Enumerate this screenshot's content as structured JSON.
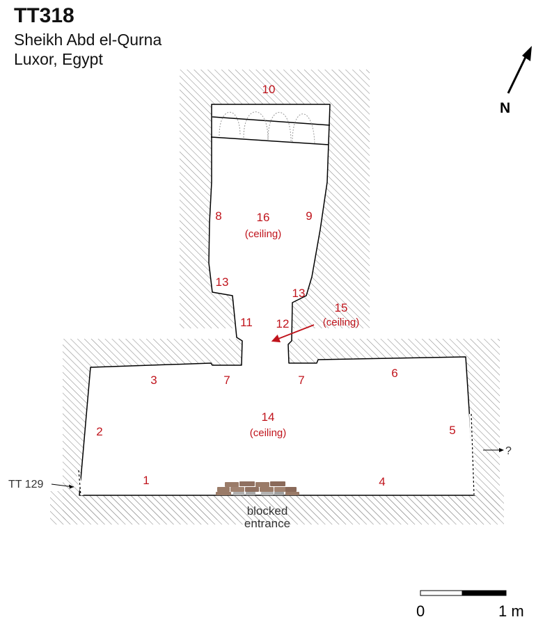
{
  "header": {
    "tomb_id": "TT318",
    "site": "Sheikh Abd el-Qurna",
    "location": "Luxor, Egypt"
  },
  "north_arrow": {
    "label": "N"
  },
  "wall_numbers": {
    "w1": "1",
    "w2": "2",
    "w3": "3",
    "w4": "4",
    "w5": "5",
    "w6": "6",
    "w7_left": "7",
    "w7_right": "7",
    "w8": "8",
    "w9": "9",
    "w10": "10",
    "w11": "11",
    "w12": "12",
    "w13_left": "13",
    "w13_right": "13"
  },
  "ceilings": {
    "c14": {
      "number": "14",
      "label": "(ceiling)"
    },
    "c15": {
      "number": "15",
      "label": "(ceiling)"
    },
    "c16": {
      "number": "16",
      "label": "(ceiling)"
    }
  },
  "annotations": {
    "neighbor_tomb": "TT 129",
    "unknown_passage": "?",
    "entrance_line1": "blocked",
    "entrance_line2": "entrance"
  },
  "scale_bar": {
    "start_label": "0",
    "end_label": "1 m"
  },
  "colors": {
    "label_red": "#c0141c",
    "hatch": "#888888",
    "outline": "#000000",
    "stones": "#9a7b68"
  }
}
